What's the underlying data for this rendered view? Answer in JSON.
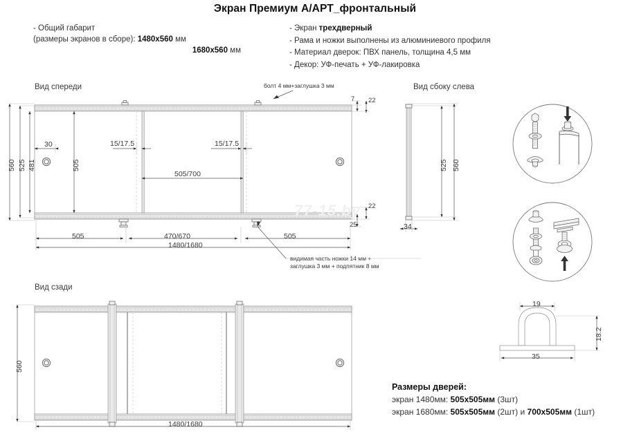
{
  "header": {
    "title": "Экран Премиум А/АРТ_фронтальный"
  },
  "spec_left": {
    "line1": "- Общий габарит",
    "line2_prefix": "(размеры экранов в сборе): ",
    "line2_value": "1480х560",
    "line2_unit": " мм",
    "line3_value": "1680х560",
    "line3_unit": " мм"
  },
  "spec_right": {
    "line1_prefix": "- Экран ",
    "line1_bold": "трехдверный",
    "line2": "- Рама и ножки выполнены из алюминиевого профиля",
    "line3": "- Материал дверок: ПВХ панель, толщина 4,5 мм",
    "line4": "- Декор: УФ-печать + УФ-лакировка"
  },
  "views": {
    "front_label": "Вид спереди",
    "side_label": "Вид сбоку слева",
    "rear_label": "Вид сзади"
  },
  "annotations": {
    "bolt_note": "болт 4 мм+заглушка 3 мм",
    "leg_note_line1": "видимая часть ножки 14 мм +",
    "leg_note_line2": "заглушка 3 мм + подпятник 8 мм"
  },
  "front_dims": {
    "h_560": "560",
    "h_525": "525",
    "h_481": "481",
    "h_505": "505",
    "offset_30": "30",
    "gap_left": "15/17.5",
    "gap_right": "15/17.5",
    "mid_width": "505/700",
    "top_7": "7",
    "top_22": "22",
    "bot_22": "22",
    "bot_25": "25",
    "bottom_left_505": "505",
    "bottom_mid": "470/670",
    "bottom_right_505": "505",
    "overall": "1480/1680"
  },
  "side_dims": {
    "h_525": "525",
    "h_560": "560",
    "thickness_34": "34"
  },
  "rear_dims": {
    "h_560": "560",
    "overall": "1480/1680"
  },
  "bracket_dims": {
    "top_19": "19",
    "right_18_2": "18.2",
    "bottom_35": "35"
  },
  "door_sizes": {
    "heading": "Размеры дверей:",
    "row1_prefix": "экран 1480мм: ",
    "row1_bold": "505х505мм",
    "row1_suffix": " (3шт)",
    "row2_prefix": "экран 1680мм: ",
    "row2_bold1": "505х505мм",
    "row2_mid": " (2шт) и ",
    "row2_bold2": "700х505мм",
    "row2_suffix": " (1шт)"
  },
  "watermark": {
    "text": "77-15.by"
  },
  "colors": {
    "line": "#8a8a8a",
    "dim": "#555555",
    "text": "#333333",
    "panel": "#e9e9e9"
  }
}
